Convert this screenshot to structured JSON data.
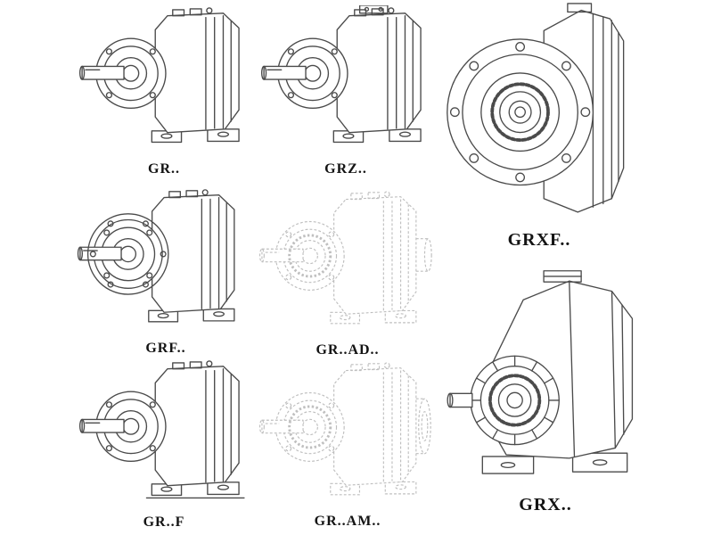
{
  "colors": {
    "background": "#ffffff",
    "solid_line": "#4b4b4b",
    "phantom_line": "#bfbfbf",
    "label": "#141414"
  },
  "models": [
    {
      "id": "gr",
      "label": "GR..",
      "line_style": "solid"
    },
    {
      "id": "grz",
      "label": "GRZ..",
      "line_style": "solid"
    },
    {
      "id": "grxf",
      "label": "GRXF..",
      "line_style": "solid"
    },
    {
      "id": "grf",
      "label": "GRF..",
      "line_style": "solid"
    },
    {
      "id": "gr-ad",
      "label": "GR..AD..",
      "line_style": "phantom"
    },
    {
      "id": "gr-f",
      "label": "GR..F",
      "line_style": "solid"
    },
    {
      "id": "gr-am",
      "label": "GR..AM..",
      "line_style": "phantom"
    },
    {
      "id": "grx",
      "label": "GRX..",
      "line_style": "solid"
    }
  ]
}
